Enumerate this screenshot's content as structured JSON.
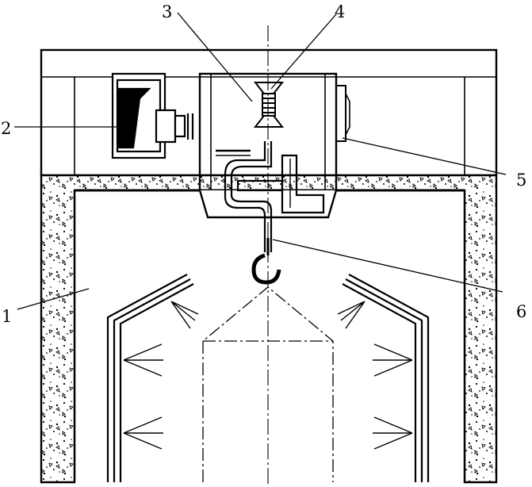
{
  "labels": {
    "l1": "1",
    "l2": "2",
    "l3": "3",
    "l4": "4",
    "l5": "5",
    "l6": "6"
  },
  "colors": {
    "stroke": "#000000",
    "background": "#ffffff",
    "concrete_dots": "#000000"
  }
}
